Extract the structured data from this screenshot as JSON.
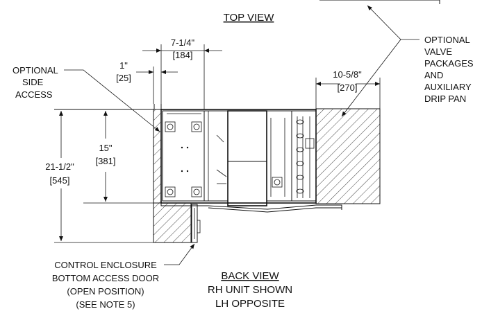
{
  "titles": {
    "top_view": "TOP VIEW",
    "back_view": "BACK VIEW",
    "rh_unit": "RH UNIT SHOWN",
    "lh_opposite": "LH OPPOSITE"
  },
  "callouts": {
    "side_access": [
      "OPTIONAL",
      "SIDE",
      "ACCESS"
    ],
    "valve_packages": [
      "OPTIONAL",
      "VALVE",
      "PACKAGES",
      "AND",
      "AUXILIARY",
      "DRIP PAN"
    ],
    "control_enclosure": [
      "CONTROL ENCLOSURE",
      "BOTTOM ACCESS DOOR",
      "(OPEN POSITION)",
      "(SEE NOTE 5)"
    ]
  },
  "dimensions": {
    "width_7_25": {
      "imperial": "7-1/4\"",
      "metric": "[184]"
    },
    "side_1": {
      "imperial": "1\"",
      "metric": "[25]"
    },
    "right_10_625": {
      "imperial": "10-5/8\"",
      "metric": "[270]"
    },
    "height_15": {
      "imperial": "15\"",
      "metric": "[381]"
    },
    "height_21_5": {
      "imperial": "21-1/2\"",
      "metric": "[545]"
    }
  }
}
